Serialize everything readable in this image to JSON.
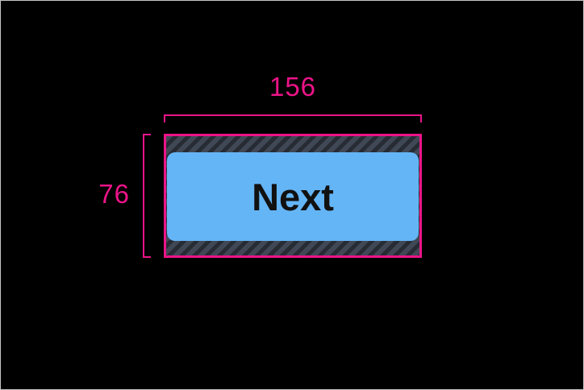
{
  "widget": {
    "button_label": "Next"
  },
  "measurements": {
    "width_label": "156",
    "height_label": "76"
  },
  "colors": {
    "canvas_bg": "#000000",
    "frame_border": "#c6c6c6",
    "guide_pink": "#ec1488",
    "button_blue": "#64b5f6",
    "button_text": "#111111",
    "hatch_base": "#414855",
    "hatch_stripe": "#262b34"
  }
}
